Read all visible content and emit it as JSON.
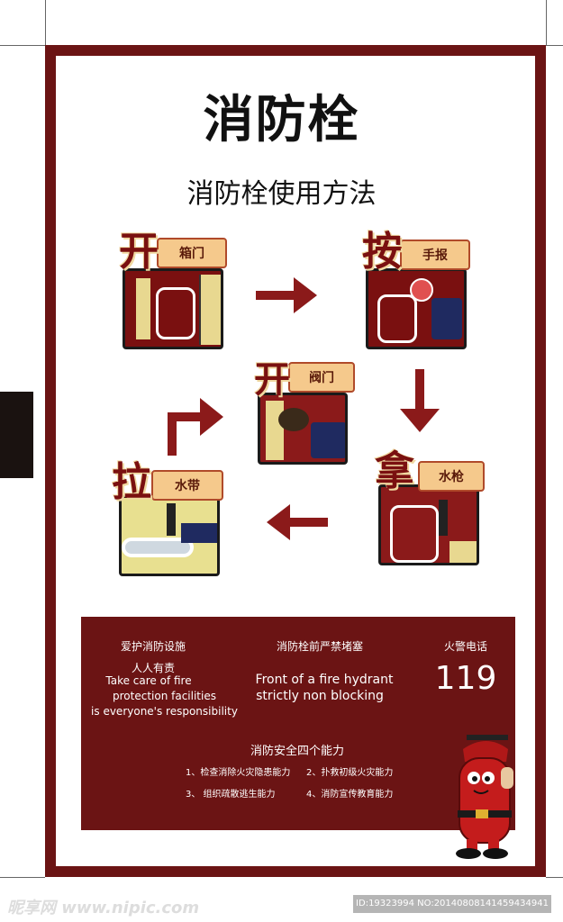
{
  "heading": "消防栓",
  "subheading": "消防栓使用方法",
  "steps": [
    {
      "verb": "开",
      "object": "箱门"
    },
    {
      "verb": "按",
      "object": "手报"
    },
    {
      "verb": "开",
      "object": "阀门"
    },
    {
      "verb": "拿",
      "object": "水枪"
    },
    {
      "verb": "拉",
      "object": "水带"
    }
  ],
  "panel": {
    "col1_title": "爱护消防设施",
    "col1_subtitle": "人人有责",
    "col1_en_1": "Take care of fire",
    "col1_en_2": "protection facilities",
    "col1_en_3": "is everyone's responsibility",
    "col2_title": "消防栓前严禁堵塞",
    "col2_en_1": "Front of a fire hydrant",
    "col2_en_2": "strictly non blocking",
    "col3_title": "火警电话",
    "col3_number": "119",
    "abilities_title": "消防安全四个能力",
    "abilities": [
      "1、检查消除火灾隐患能力",
      "2、扑救初级火灾能力",
      "3、 组织疏散逃生能力",
      "4、消防宣传教育能力"
    ]
  },
  "watermark": {
    "brand": "昵享网 www.nipic.com",
    "id_text": "ID:19323994 NO:20140808141459434941"
  },
  "colors": {
    "frame": "#6b1414",
    "tag": "#f5c98c",
    "arrow": "#8b1a1a"
  }
}
